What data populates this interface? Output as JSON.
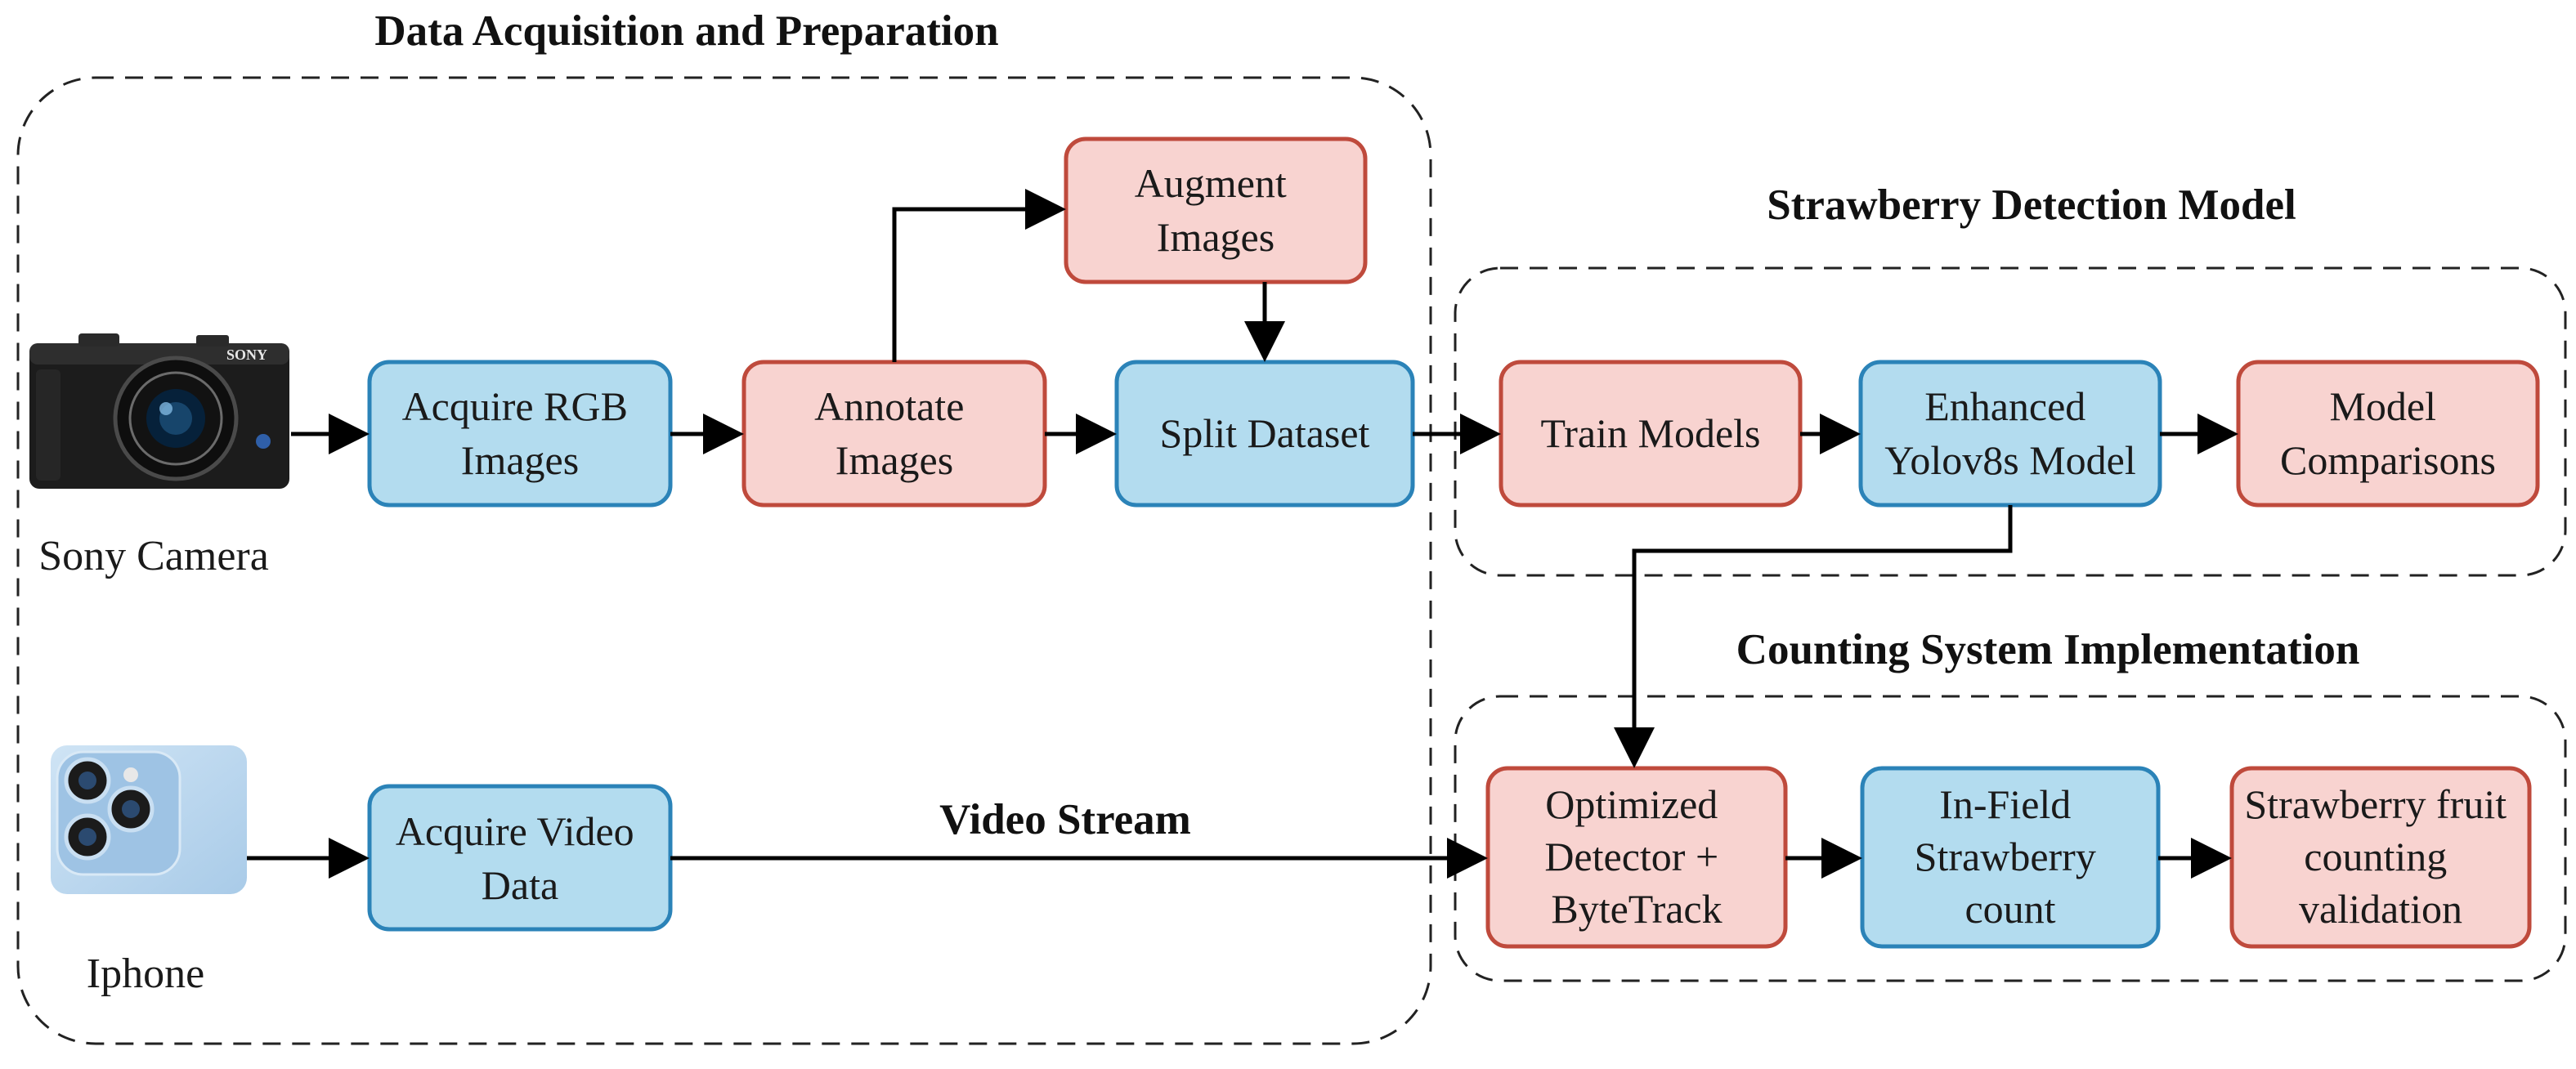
{
  "colors": {
    "blue_fill": "#b3dcef",
    "blue_stroke": "#2b83b8",
    "red_fill": "#f8d3d0",
    "red_stroke": "#bf4a3c",
    "dash": "#222222",
    "arrow": "#000000"
  },
  "sections": {
    "data_acquisition": "Data Acquisition and Preparation",
    "detection_model": "Strawberry Detection Model",
    "counting_system": "Counting System Implementation"
  },
  "devices": {
    "camera": {
      "label": "Sony Camera",
      "brand": "SONY",
      "icon": "camera-icon"
    },
    "phone": {
      "label": "Iphone",
      "icon": "smartphone-icon"
    }
  },
  "boxes": {
    "acquire_rgb": {
      "lines": [
        "Acquire RGB",
        "Images"
      ],
      "color": "blue"
    },
    "annotate": {
      "lines": [
        "Annotate",
        "Images"
      ],
      "color": "red"
    },
    "augment": {
      "lines": [
        "Augment",
        "Images"
      ],
      "color": "red"
    },
    "split": {
      "lines": [
        "Split Dataset"
      ],
      "color": "blue"
    },
    "acquire_video": {
      "lines": [
        "Acquire Video",
        "Data"
      ],
      "color": "blue"
    },
    "train": {
      "lines": [
        "Train Models"
      ],
      "color": "red"
    },
    "enhanced": {
      "lines": [
        "Enhanced",
        "Yolov8s Model"
      ],
      "color": "blue"
    },
    "comparisons": {
      "lines": [
        "Model",
        "Comparisons"
      ],
      "color": "red"
    },
    "optimized": {
      "lines": [
        "Optimized",
        "Detector +",
        "ByteTrack"
      ],
      "color": "red"
    },
    "infield": {
      "lines": [
        "In-Field",
        "Strawberry",
        "count"
      ],
      "color": "blue"
    },
    "validation": {
      "lines": [
        "Strawberry fruit",
        "counting",
        "validation"
      ],
      "color": "red"
    }
  },
  "edges": {
    "video_stream_label": "Video Stream"
  }
}
